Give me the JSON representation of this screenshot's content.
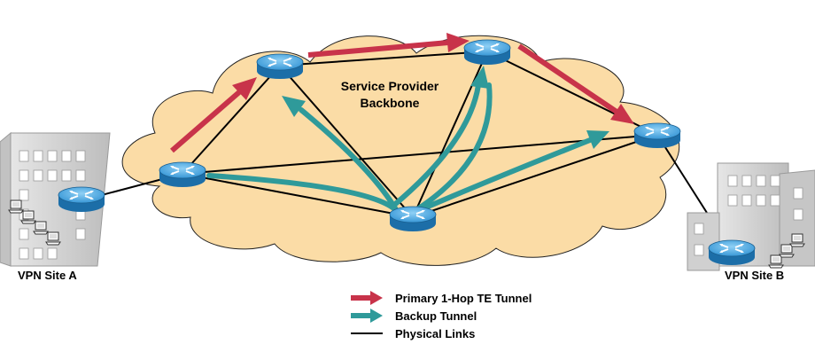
{
  "cloud": {
    "label_line1": "Service Provider",
    "label_line2": "Backbone"
  },
  "sites": {
    "a_label": "VPN Site A",
    "b_label": "VPN Site B"
  },
  "legend": {
    "primary_label": "Primary 1-Hop TE Tunnel",
    "backup_label": "Backup Tunnel",
    "physical_label": "Physical Links"
  },
  "colors": {
    "cloud_fill": "#fbdca6",
    "cloud_stroke": "#222222",
    "primary_tunnel": "#c8334a",
    "backup_tunnel": "#2f9a9a",
    "router_body": "#2a8ed1",
    "building": "#d9d9d9",
    "link": "#000000"
  },
  "icons": {
    "router": "router-icon",
    "building": "office-building-icon",
    "workstation": "workstation-icon"
  }
}
